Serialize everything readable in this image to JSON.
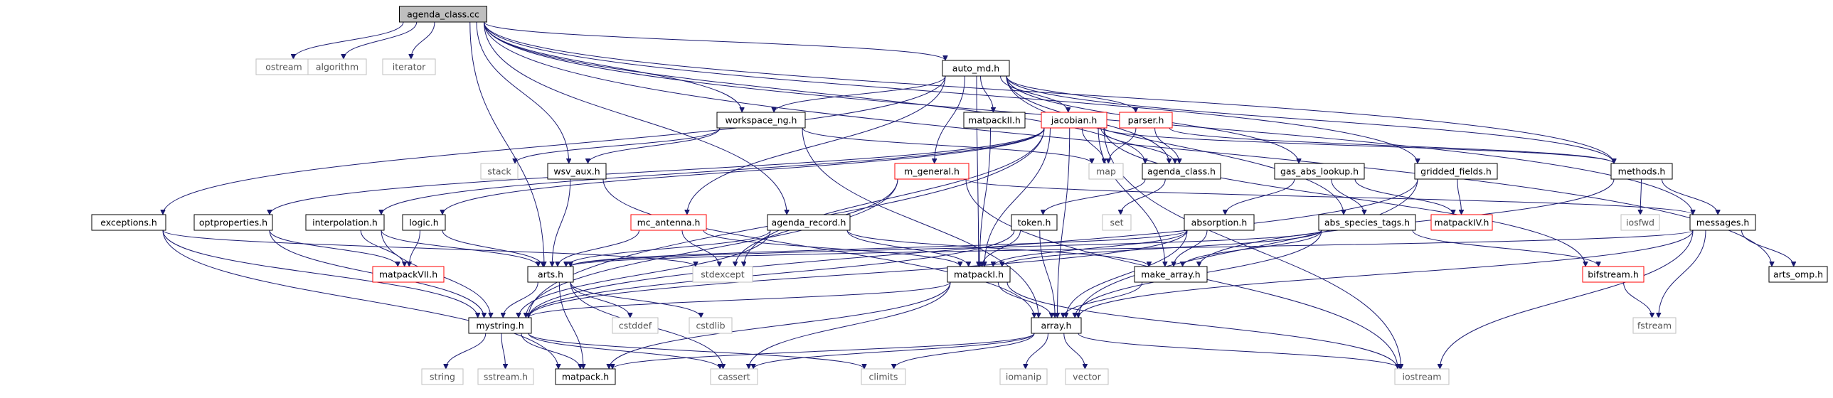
{
  "graph": {
    "root": "agenda_class.cc",
    "colors": {
      "edge": "#191970",
      "box": "#000000",
      "box_link_missing": "#ff0000",
      "box_system": "#bfbfbf",
      "root_fill": "#bfbfbf"
    },
    "nodes": [
      {
        "id": "root",
        "label": "agenda_class.cc",
        "kind": "root"
      },
      {
        "id": "ostream",
        "label": "ostream",
        "kind": "grey"
      },
      {
        "id": "algorithm",
        "label": "algorithm",
        "kind": "grey"
      },
      {
        "id": "iterator",
        "label": "iterator",
        "kind": "grey"
      },
      {
        "id": "auto_md",
        "label": "auto_md.h",
        "kind": "black"
      },
      {
        "id": "workspace_ng",
        "label": "workspace_ng.h",
        "kind": "black"
      },
      {
        "id": "matpackII",
        "label": "matpackII.h",
        "kind": "black"
      },
      {
        "id": "jacobian",
        "label": "jacobian.h",
        "kind": "red"
      },
      {
        "id": "parser",
        "label": "parser.h",
        "kind": "red"
      },
      {
        "id": "stack",
        "label": "stack",
        "kind": "grey"
      },
      {
        "id": "wsv_aux",
        "label": "wsv_aux.h",
        "kind": "black"
      },
      {
        "id": "m_general",
        "label": "m_general.h",
        "kind": "red"
      },
      {
        "id": "map",
        "label": "map",
        "kind": "grey"
      },
      {
        "id": "agenda_class_h",
        "label": "agenda_class.h",
        "kind": "black"
      },
      {
        "id": "gas_abs_lookup",
        "label": "gas_abs_lookup.h",
        "kind": "black"
      },
      {
        "id": "gridded_fields",
        "label": "gridded_fields.h",
        "kind": "black"
      },
      {
        "id": "methods",
        "label": "methods.h",
        "kind": "black"
      },
      {
        "id": "exceptions",
        "label": "exceptions.h",
        "kind": "black"
      },
      {
        "id": "optproperties",
        "label": "optproperties.h",
        "kind": "black"
      },
      {
        "id": "interpolation",
        "label": "interpolation.h",
        "kind": "black"
      },
      {
        "id": "logic",
        "label": "logic.h",
        "kind": "black"
      },
      {
        "id": "mc_antenna",
        "label": "mc_antenna.h",
        "kind": "red"
      },
      {
        "id": "agenda_record",
        "label": "agenda_record.h",
        "kind": "black"
      },
      {
        "id": "token",
        "label": "token.h",
        "kind": "black"
      },
      {
        "id": "set",
        "label": "set",
        "kind": "grey"
      },
      {
        "id": "absorption",
        "label": "absorption.h",
        "kind": "black"
      },
      {
        "id": "abs_species_tags",
        "label": "abs_species_tags.h",
        "kind": "black"
      },
      {
        "id": "matpackIV",
        "label": "matpackIV.h",
        "kind": "red"
      },
      {
        "id": "iosfwd",
        "label": "iosfwd",
        "kind": "grey"
      },
      {
        "id": "messages",
        "label": "messages.h",
        "kind": "black"
      },
      {
        "id": "matpackVII",
        "label": "matpackVII.h",
        "kind": "red"
      },
      {
        "id": "arts_h",
        "label": "arts.h",
        "kind": "black"
      },
      {
        "id": "stdexcept",
        "label": "stdexcept",
        "kind": "grey"
      },
      {
        "id": "matpackI",
        "label": "matpackI.h",
        "kind": "black"
      },
      {
        "id": "make_array",
        "label": "make_array.h",
        "kind": "black"
      },
      {
        "id": "bifstream",
        "label": "bifstream.h",
        "kind": "red"
      },
      {
        "id": "arts_omp",
        "label": "arts_omp.h",
        "kind": "black"
      },
      {
        "id": "mystring",
        "label": "mystring.h",
        "kind": "black"
      },
      {
        "id": "cstddef",
        "label": "cstddef",
        "kind": "grey"
      },
      {
        "id": "cstdlib",
        "label": "cstdlib",
        "kind": "grey"
      },
      {
        "id": "array",
        "label": "array.h",
        "kind": "black"
      },
      {
        "id": "fstream",
        "label": "fstream",
        "kind": "grey"
      },
      {
        "id": "string",
        "label": "string",
        "kind": "grey"
      },
      {
        "id": "sstream",
        "label": "sstream.h",
        "kind": "grey"
      },
      {
        "id": "matpack",
        "label": "matpack.h",
        "kind": "black"
      },
      {
        "id": "cassert",
        "label": "cassert",
        "kind": "grey"
      },
      {
        "id": "climits",
        "label": "climits",
        "kind": "grey"
      },
      {
        "id": "iomanip",
        "label": "iomanip",
        "kind": "grey"
      },
      {
        "id": "vector",
        "label": "vector",
        "kind": "grey"
      },
      {
        "id": "iostream",
        "label": "iostream",
        "kind": "grey"
      }
    ],
    "edges": [
      [
        "root",
        "ostream"
      ],
      [
        "root",
        "algorithm"
      ],
      [
        "root",
        "iterator"
      ],
      [
        "root",
        "auto_md"
      ],
      [
        "root",
        "workspace_ng"
      ],
      [
        "root",
        "wsv_aux"
      ],
      [
        "root",
        "agenda_record"
      ],
      [
        "root",
        "arts_h"
      ],
      [
        "root",
        "agenda_class_h"
      ],
      [
        "root",
        "methods"
      ],
      [
        "root",
        "messages"
      ],
      [
        "root",
        "arts_omp"
      ],
      [
        "root",
        "gridded_fields"
      ],
      [
        "auto_md",
        "workspace_ng"
      ],
      [
        "auto_md",
        "matpackII"
      ],
      [
        "auto_md",
        "jacobian"
      ],
      [
        "auto_md",
        "parser"
      ],
      [
        "auto_md",
        "m_general"
      ],
      [
        "auto_md",
        "mc_antenna"
      ],
      [
        "auto_md",
        "exceptions"
      ],
      [
        "auto_md",
        "gas_abs_lookup"
      ],
      [
        "auto_md",
        "abs_species_tags"
      ],
      [
        "auto_md",
        "matpackI"
      ],
      [
        "auto_md",
        "agenda_class_h"
      ],
      [
        "auto_md",
        "methods"
      ],
      [
        "workspace_ng",
        "stack"
      ],
      [
        "workspace_ng",
        "wsv_aux"
      ],
      [
        "workspace_ng",
        "map"
      ],
      [
        "workspace_ng",
        "array"
      ],
      [
        "matpackII",
        "matpackI"
      ],
      [
        "jacobian",
        "map"
      ],
      [
        "jacobian",
        "agenda_class_h"
      ],
      [
        "jacobian",
        "methods"
      ],
      [
        "jacobian",
        "array"
      ],
      [
        "jacobian",
        "matpackI"
      ],
      [
        "jacobian",
        "make_array"
      ],
      [
        "jacobian",
        "bifstream"
      ],
      [
        "jacobian",
        "optproperties"
      ],
      [
        "jacobian",
        "interpolation"
      ],
      [
        "jacobian",
        "logic"
      ],
      [
        "jacobian",
        "stdexcept"
      ],
      [
        "jacobian",
        "mystring"
      ],
      [
        "jacobian",
        "iostream"
      ],
      [
        "parser",
        "map"
      ],
      [
        "parser",
        "agenda_class_h"
      ],
      [
        "parser",
        "methods"
      ],
      [
        "wsv_aux",
        "arts_h"
      ],
      [
        "wsv_aux",
        "array"
      ],
      [
        "m_general",
        "stdexcept"
      ],
      [
        "m_general",
        "messages"
      ],
      [
        "m_general",
        "iostream"
      ],
      [
        "m_general",
        "mystring"
      ],
      [
        "agenda_class_h",
        "token"
      ],
      [
        "agenda_class_h",
        "set"
      ],
      [
        "gas_abs_lookup",
        "absorption"
      ],
      [
        "gas_abs_lookup",
        "abs_species_tags"
      ],
      [
        "gas_abs_lookup",
        "matpackIV"
      ],
      [
        "gridded_fields",
        "matpackIV"
      ],
      [
        "gridded_fields",
        "array"
      ],
      [
        "gridded_fields",
        "mystring"
      ],
      [
        "methods",
        "iosfwd"
      ],
      [
        "methods",
        "messages"
      ],
      [
        "methods",
        "make_array"
      ],
      [
        "exceptions",
        "mystring"
      ],
      [
        "exceptions",
        "stdexcept"
      ],
      [
        "exceptions",
        "matpack"
      ],
      [
        "optproperties",
        "matpackVII"
      ],
      [
        "optproperties",
        "mystring"
      ],
      [
        "interpolation",
        "matpackVII"
      ],
      [
        "interpolation",
        "arts_h"
      ],
      [
        "interpolation",
        "mystring"
      ],
      [
        "logic",
        "matpackVII"
      ],
      [
        "logic",
        "arts_h"
      ],
      [
        "mc_antenna",
        "arts_h"
      ],
      [
        "mc_antenna",
        "stdexcept"
      ],
      [
        "mc_antenna",
        "matpackI"
      ],
      [
        "agenda_record",
        "arts_h"
      ],
      [
        "agenda_record",
        "matpackI"
      ],
      [
        "agenda_record",
        "make_array"
      ],
      [
        "agenda_record",
        "mystring"
      ],
      [
        "token",
        "matpackI"
      ],
      [
        "token",
        "array"
      ],
      [
        "token",
        "mystring"
      ],
      [
        "absorption",
        "make_array"
      ],
      [
        "absorption",
        "matpackI"
      ],
      [
        "absorption",
        "array"
      ],
      [
        "absorption",
        "arts_h"
      ],
      [
        "absorption",
        "mystring"
      ],
      [
        "abs_species_tags",
        "bifstream"
      ],
      [
        "abs_species_tags",
        "make_array"
      ],
      [
        "abs_species_tags",
        "array"
      ],
      [
        "abs_species_tags",
        "matpackI"
      ],
      [
        "abs_species_tags",
        "arts_h"
      ],
      [
        "messages",
        "arts_omp"
      ],
      [
        "messages",
        "fstream"
      ],
      [
        "messages",
        "iostream"
      ],
      [
        "messages",
        "array"
      ],
      [
        "messages",
        "arts_h"
      ],
      [
        "arts_h",
        "mystring"
      ],
      [
        "arts_h",
        "cstddef"
      ],
      [
        "arts_h",
        "cstdlib"
      ],
      [
        "arts_h",
        "matpack"
      ],
      [
        "arts_h",
        "cassert"
      ],
      [
        "matpackI",
        "array"
      ],
      [
        "matpackI",
        "matpack"
      ],
      [
        "matpackI",
        "cassert"
      ],
      [
        "matpackI",
        "mystring"
      ],
      [
        "matpackI",
        "iostream"
      ],
      [
        "make_array",
        "array"
      ],
      [
        "bifstream",
        "fstream"
      ],
      [
        "mystring",
        "string"
      ],
      [
        "mystring",
        "sstream"
      ],
      [
        "mystring",
        "matpack"
      ],
      [
        "mystring",
        "climits"
      ],
      [
        "mystring",
        "cassert"
      ],
      [
        "array",
        "iomanip"
      ],
      [
        "array",
        "vector"
      ],
      [
        "array",
        "iostream"
      ],
      [
        "array",
        "cassert"
      ],
      [
        "array",
        "climits"
      ],
      [
        "array",
        "matpack"
      ]
    ]
  }
}
